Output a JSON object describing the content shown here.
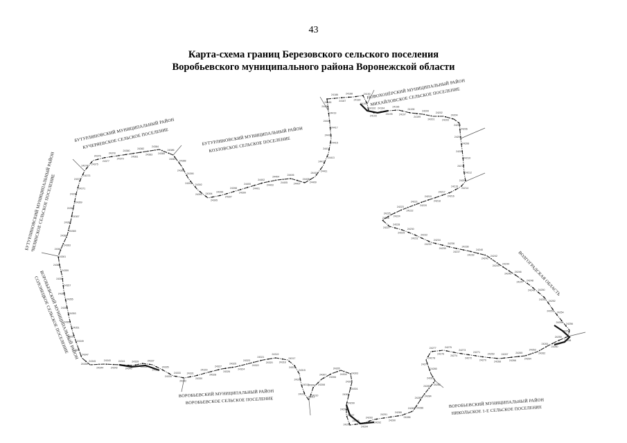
{
  "page_number": "43",
  "title_line1": "Карта-схема границ Березовского сельского поселения",
  "title_line2": "Воробьевского муниципального района Воронежской области",
  "regions": {
    "novokhopersky_1": "НОВОХОПЁРСКИЙ МУНИЦИПАЛЬНЫЙ РАЙОН",
    "novokhopersky_2": "МИХАЙЛОВСКОЕ СЕЛЬСКОЕ ПОСЕЛЕНИЕ",
    "buturlinovsky_kucherov_1": "БУТУРЛИНОВСКИЙ МУНИЦИПАЛЬНЫЙ РАЙОН",
    "buturlinovsky_kucherov_2": "КУЧЕРЯЕВСКОЕ СЕЛЬСКОЕ ПОСЕЛЕНИЕ",
    "buturlinovsky_kozlov_1": "БУТУРЛИНОВСКИЙ МУНИЦИПАЛЬНЫЙ РАЙОН",
    "buturlinovsky_kozlov_2": "КОЗЛОВСКОЕ СЕЛЬСКОЕ ПОСЕЛЕНИЕ",
    "buturlinovsky_west_1": "БУТУРЛИНОВСКИЙ МУНИЦИПАЛЬНЫЙ РАЙОН",
    "buturlinovsky_west_2": "ЧИЛИНСКОЕ СЕЛЬСКОЕ ПОСЕЛЕНИЕ",
    "vorobyevsky_west_1": "ВОРОБЬЕВСКИЙ МУНИЦИПАЛЬНЫЙ РАЙОН",
    "vorobyevsky_west_2": "СОЛОНЕЦКОЕ СЕЛЬСКОЕ ПОСЕЛЕНИЕ",
    "vorobyevsky_south_1": "ВОРОБЬЕВСКИЙ МУНИЦИПАЛЬНЫЙ РАЙОН",
    "vorobyevsky_south_2": "ВОРОБЬЕВСКОЕ СЕЛЬСКОЕ ПОСЕЛЕНИЕ",
    "vorobyevsky_se_1": "ВОРОБЬЕВСКИЙ МУНИЦИПАЛЬНЫЙ РАЙОН",
    "vorobyevsky_se_2": "НИКОЛЬСКОЕ 1-Е СЕЛЬСКОЕ ПОСЕЛЕНИЕ",
    "volgograd": "ВОЛГОГРАДСКАЯ ОБЛАСТЬ"
  },
  "point_labels": [
    "24185",
    "24186",
    "24187",
    "24188",
    "24189",
    "24190",
    "24191",
    "24192",
    "24193",
    "24194",
    "24195",
    "24196",
    "24197",
    "24198",
    "24199",
    "24200",
    "24201",
    "24202",
    "24203",
    "24204",
    "24205",
    "24206",
    "24207",
    "24208",
    "24209",
    "24210",
    "24211",
    "24212",
    "24213",
    "24214",
    "24215",
    "24216",
    "24217",
    "24218",
    "24219",
    "24220",
    "24221",
    "24222",
    "24223",
    "24224",
    "24225",
    "24226",
    "24227",
    "24228",
    "24229",
    "24230",
    "24231",
    "24232",
    "24233",
    "24234",
    "24235",
    "24236",
    "24237",
    "24238",
    "24239",
    "24240",
    "24241",
    "24242",
    "24243",
    "24244",
    "24245",
    "24246",
    "24247",
    "24248",
    "24249",
    "24250",
    "24251",
    "24252",
    "24253",
    "24254",
    "24255",
    "24256",
    "24257",
    "24258",
    "24259",
    "24260",
    "24261",
    "24262",
    "24263",
    "24264",
    "24265",
    "24266",
    "24267",
    "24268",
    "24269",
    "24270",
    "24271",
    "24272",
    "24273",
    "24274",
    "24275",
    "24276",
    "24277",
    "24278",
    "24279",
    "24280",
    "24281",
    "24282",
    "24283",
    "24284",
    "24285",
    "24286",
    "24287",
    "24288",
    "24289",
    "24290",
    "24291",
    "24292",
    "24293",
    "24294",
    "24295",
    "24296",
    "24297",
    "24298",
    "24299",
    "24300",
    "24301",
    "24302",
    "24303",
    "24304",
    "24305",
    "24306",
    "24307",
    "24308",
    "24309",
    "24310",
    "24311",
    "24312",
    "24313",
    "24314",
    "24315",
    "24316",
    "24317",
    "24318",
    "24319",
    "24320",
    "24321",
    "24322",
    "24323",
    "24324",
    "24325",
    "24326",
    "24327",
    "24328",
    "24329",
    "24330",
    "24331",
    "24332",
    "24333",
    "24334",
    "24335",
    "24336",
    "24337",
    "24338",
    "24339",
    "24340",
    "24341",
    "24342",
    "24343",
    "24344",
    "24345",
    "24346",
    "24347",
    "24348",
    "24349",
    "24350",
    "24351",
    "24352",
    "24353",
    "24354",
    "24355",
    "24356",
    "24357",
    "24358",
    "24359",
    "24360",
    "24361",
    "24362",
    "24363",
    "24364",
    "24365",
    "24366",
    "24367",
    "24368",
    "24369",
    "24370",
    "24371",
    "24372",
    "24373",
    "24374",
    "24375",
    "24376",
    "24377",
    "24378",
    "24379",
    "24380",
    "24381",
    "24382",
    "24383",
    "24384",
    "24385",
    "24386",
    "24387",
    "24388",
    "24389",
    "24390",
    "24391",
    "24392",
    "24393",
    "24394",
    "24395",
    "24396",
    "24397",
    "24398",
    "24399",
    "24400",
    "24401",
    "24402",
    "24403",
    "24404",
    "24405",
    "24406",
    "24407",
    "24408",
    "24409",
    "24410",
    "24411",
    "24412",
    "24413",
    "24414",
    "24415",
    "24416",
    "24417",
    "24418",
    "24419",
    "24420"
  ]
}
